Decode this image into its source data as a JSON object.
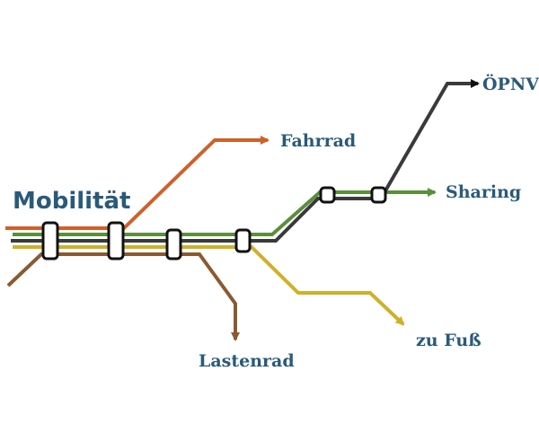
{
  "title": "Mobilität",
  "colors": {
    "title": "#2a5a7a",
    "fahrrad": "#d0602a",
    "oepnv": "#3a3a3a",
    "sharing": "#5a8f3a",
    "zu_fuss": "#cfb02a",
    "lastenrad": "#8a5a32",
    "stop_outline": "#111111"
  },
  "routes": [
    {
      "id": "fahrrad",
      "label": "Fahrrad"
    },
    {
      "id": "oepnv",
      "label": "ÖPNV"
    },
    {
      "id": "sharing",
      "label": "Sharing"
    },
    {
      "id": "zu_fuss",
      "label": "zu Fuß"
    },
    {
      "id": "lastenrad",
      "label": "Lastenrad"
    }
  ]
}
